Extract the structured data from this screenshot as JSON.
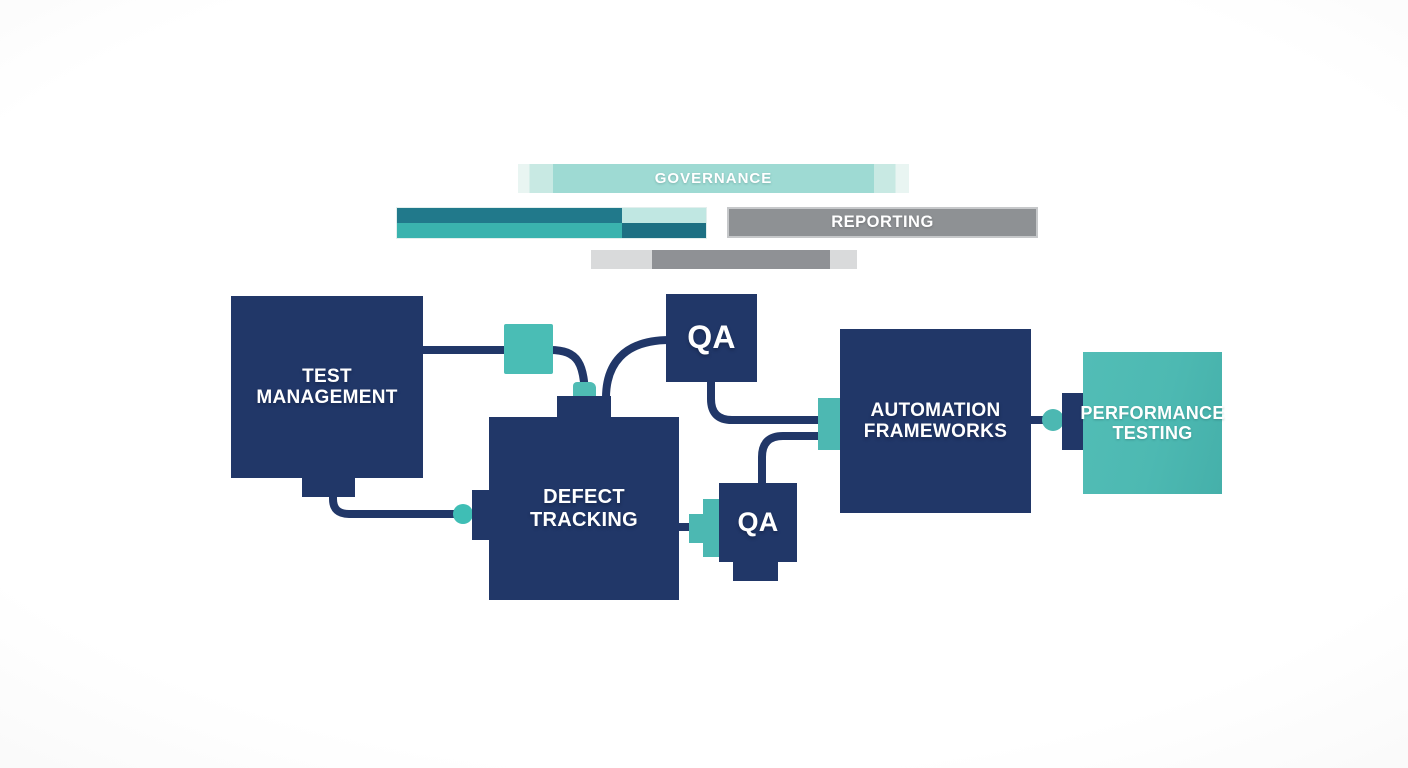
{
  "bars": {
    "governance": {
      "label": "GOVERNANCE"
    },
    "reporting": {
      "label": "REPORTING"
    }
  },
  "nodes": {
    "test_management": {
      "line1": "TEST",
      "line2": "MANAGEMENT"
    },
    "defect_tracking": {
      "line1": "DEFECT",
      "line2": "TRACKING"
    },
    "qa_top": {
      "label": "QA"
    },
    "qa_bottom": {
      "label": "QA"
    },
    "automation_frameworks": {
      "line1": "AUTOMATION",
      "line2": "FRAMEWORKS"
    },
    "performance_testing": {
      "line1": "PERFORMANCE",
      "line2": "TESTING"
    }
  },
  "colors": {
    "navy": "#213768",
    "teal": "#4cb8b2",
    "mint": "#9edad3",
    "light_mint": "#c0e7e2",
    "dark_teal": "#21798b",
    "medium_teal": "#3ab3ae",
    "deep_teal": "#1d7083",
    "gray": "#8e9194",
    "light_gray": "#d9dadb",
    "text": "#ffffff"
  }
}
